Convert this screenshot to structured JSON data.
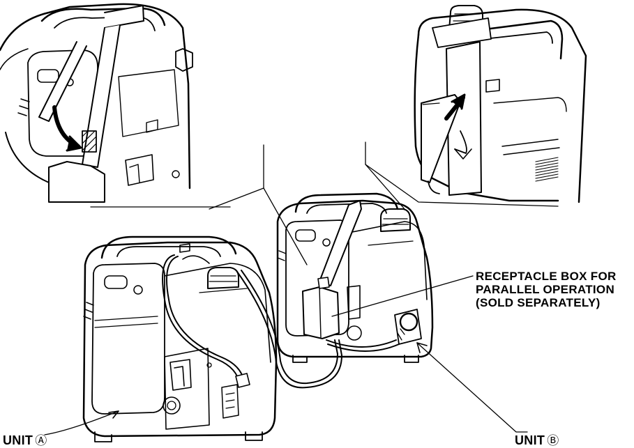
{
  "labels": {
    "receptacle_line1": "RECEPTACLE BOX FOR",
    "receptacle_line2": "PARALLEL OPERATION",
    "receptacle_line3": "(SOLD SEPARATELY)",
    "unit_a_word": "UNIT",
    "unit_a_mark": "Ⓐ",
    "unit_b_word": "UNIT",
    "unit_b_mark": "Ⓑ"
  },
  "style": {
    "ink": "#000000",
    "paper": "#ffffff"
  }
}
